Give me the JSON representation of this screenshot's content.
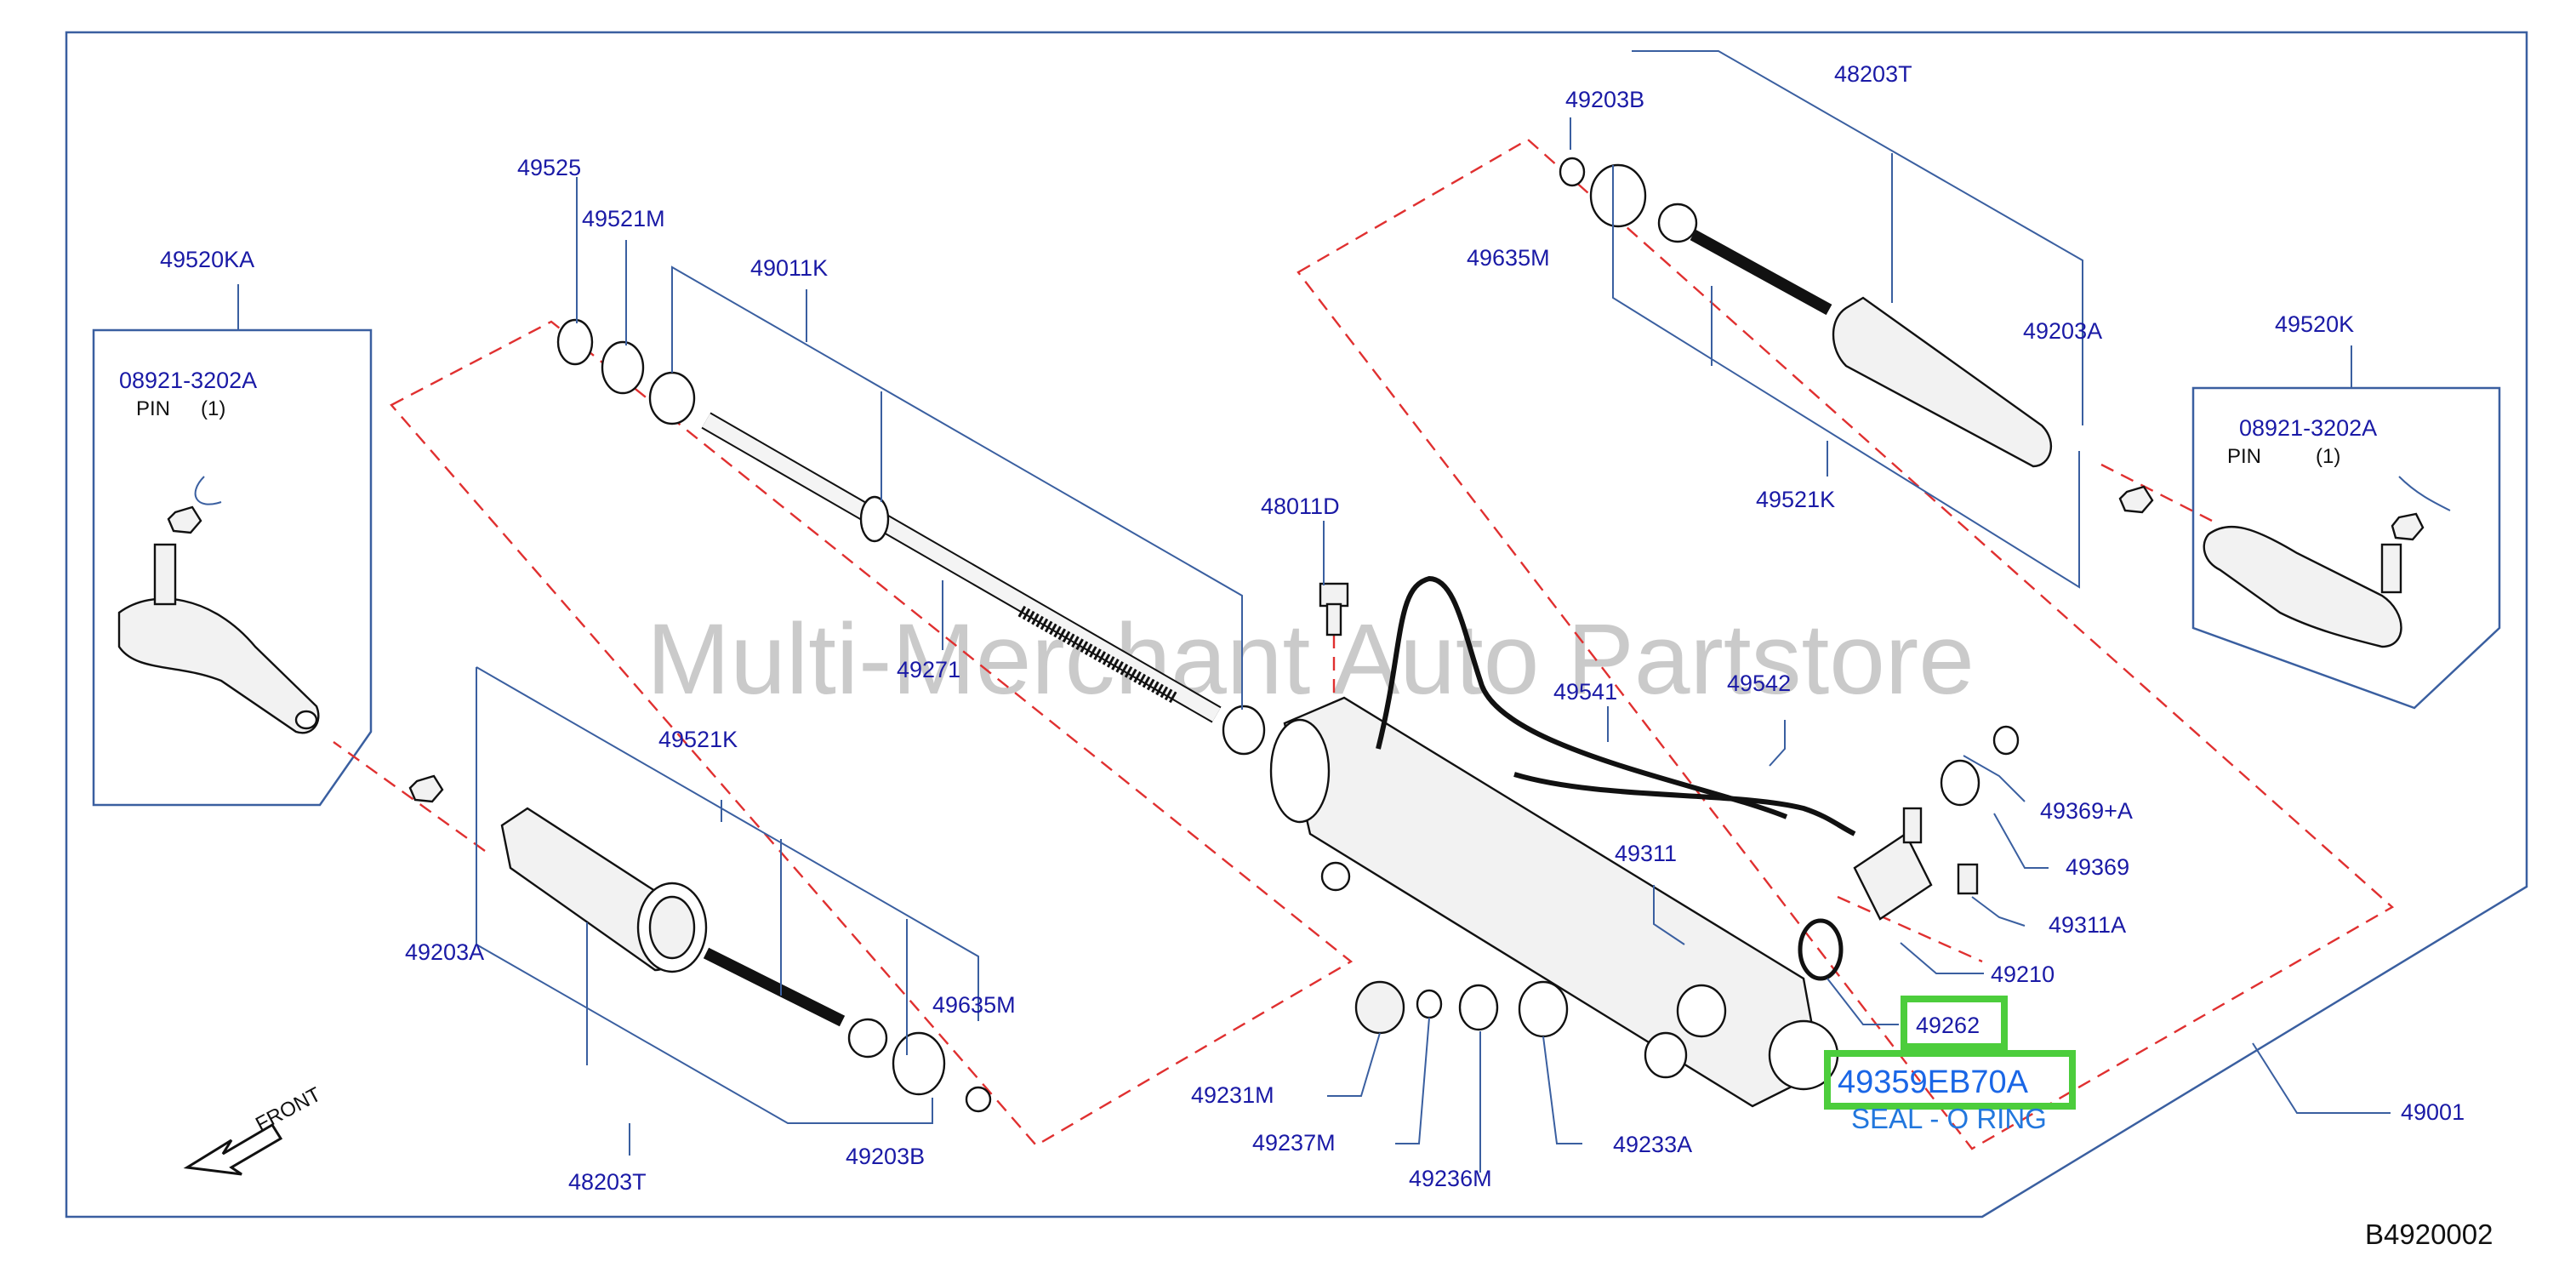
{
  "diagram_id": "B4920002",
  "watermark": "Multi-Merchant Auto Partstore",
  "front_label": "FRONT",
  "pin_note": {
    "label": "PIN",
    "qty": "(1)"
  },
  "highlight": {
    "part": "49359EB70A",
    "desc": "SEAL - O RING",
    "color": "#4ccd3c"
  },
  "colors": {
    "label": "#1a1aa6",
    "leader": "#3a5fa0",
    "dashed": "#e03030",
    "highlight_text": "#1a66e6"
  },
  "labels": {
    "p49525": "49525",
    "p49521M": "49521M",
    "p49011K": "49011K",
    "p49520KA": "49520KA",
    "p08921_left": "08921-3202A",
    "p48203T_top": "48203T",
    "p49203B_top": "49203B",
    "p49635M_top": "49635M",
    "p49203A_right": "49203A",
    "p49521K_top": "49521K",
    "p49520K": "49520K",
    "p08921_right": "08921-3202A",
    "p48011D": "48011D",
    "p49541": "49541",
    "p49542": "49542",
    "p49271": "49271",
    "p49521K_bottom": "49521K",
    "p49203A_left": "49203A",
    "p49635M_bottom": "49635M",
    "p49203B_bottom": "49203B",
    "p48203T_bottom": "48203T",
    "p49311": "49311",
    "p49369A": "49369+A",
    "p49369": "49369",
    "p49311A": "49311A",
    "p49210": "49210",
    "p49262": "49262",
    "p49231M": "49231M",
    "p49237M": "49237M",
    "p49236M": "49236M",
    "p49233A": "49233A",
    "p49001": "49001"
  }
}
